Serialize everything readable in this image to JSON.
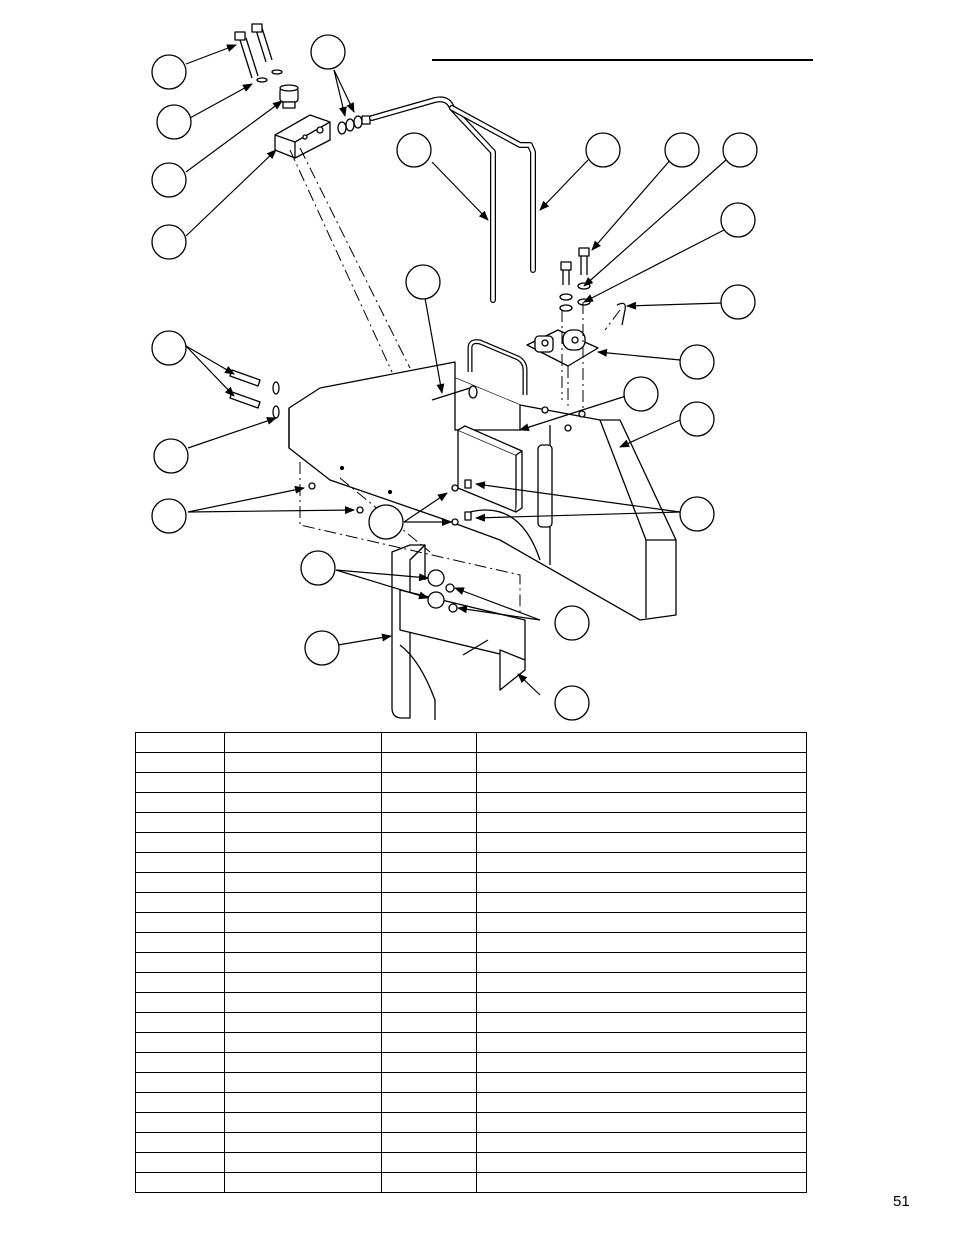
{
  "page": {
    "number": "51"
  },
  "diagram": {
    "callout_count": 24
  },
  "table": {
    "columns": 4,
    "rows": 23
  }
}
